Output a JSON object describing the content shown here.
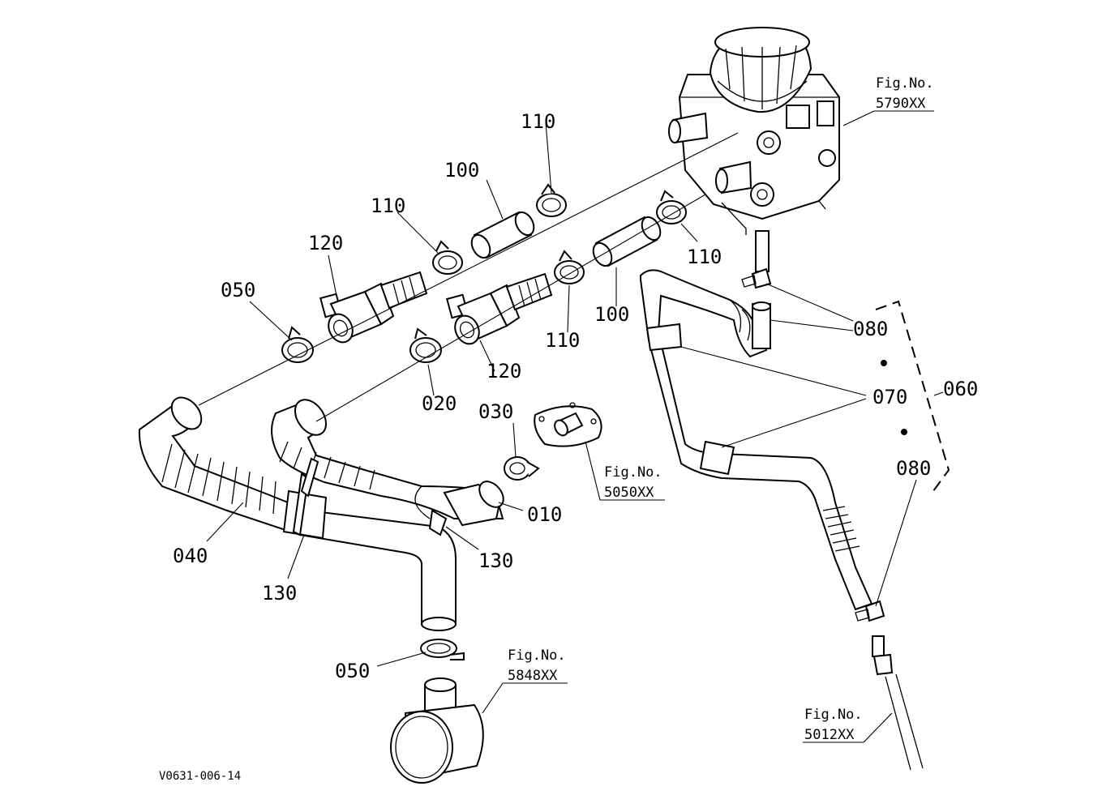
{
  "labels": {
    "l010": "010",
    "l020": "020",
    "l030": "030",
    "l040": "040",
    "l050a": "050",
    "l050b": "050",
    "l060": "060",
    "l070": "070",
    "l080a": "080",
    "l080b": "080",
    "l100a": "100",
    "l100b": "100",
    "l110a": "110",
    "l110b": "110",
    "l110c": "110",
    "l110d": "110",
    "l120a": "120",
    "l120b": "120",
    "l130a": "130",
    "l130b": "130"
  },
  "figrefs": {
    "f5790": {
      "label": "Fig.No.",
      "number": "5790XX"
    },
    "f5050": {
      "label": "Fig.No.",
      "number": "5050XX"
    },
    "f5848": {
      "label": "Fig.No.",
      "number": "5848XX"
    },
    "f5012": {
      "label": "Fig.No.",
      "number": "5012XX"
    }
  },
  "drawing_code": "V0631-006-14"
}
